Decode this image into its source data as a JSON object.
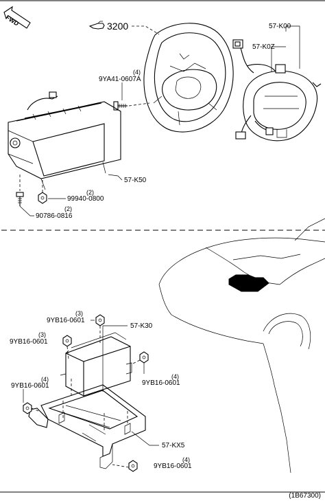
{
  "figure_code": "(1B67300)",
  "fwd_label": "FWD",
  "top_section": {
    "ref_marker": "3200",
    "parts": [
      {
        "part_no": "57-K00",
        "qty": ""
      },
      {
        "part_no": "57-K0Z",
        "qty": ""
      },
      {
        "part_no": "9YA41-0607A",
        "qty": "(4)"
      },
      {
        "part_no": "57-K50",
        "qty": ""
      },
      {
        "part_no": "99940-0800",
        "qty": "(2)"
      },
      {
        "part_no": "90786-0816",
        "qty": "(2)"
      }
    ]
  },
  "bottom_section": {
    "parts": [
      {
        "part_no": "9YB16-0601",
        "qty": "(3)"
      },
      {
        "part_no": "57-K30",
        "qty": ""
      },
      {
        "part_no": "9YB16-0601",
        "qty": "(3)"
      },
      {
        "part_no": "9YB16-0601",
        "qty": "(4)"
      },
      {
        "part_no": "9YB16-0601",
        "qty": "(4)"
      },
      {
        "part_no": "57-KX5",
        "qty": ""
      },
      {
        "part_no": "9YB16-0601",
        "qty": "(4)"
      }
    ]
  }
}
